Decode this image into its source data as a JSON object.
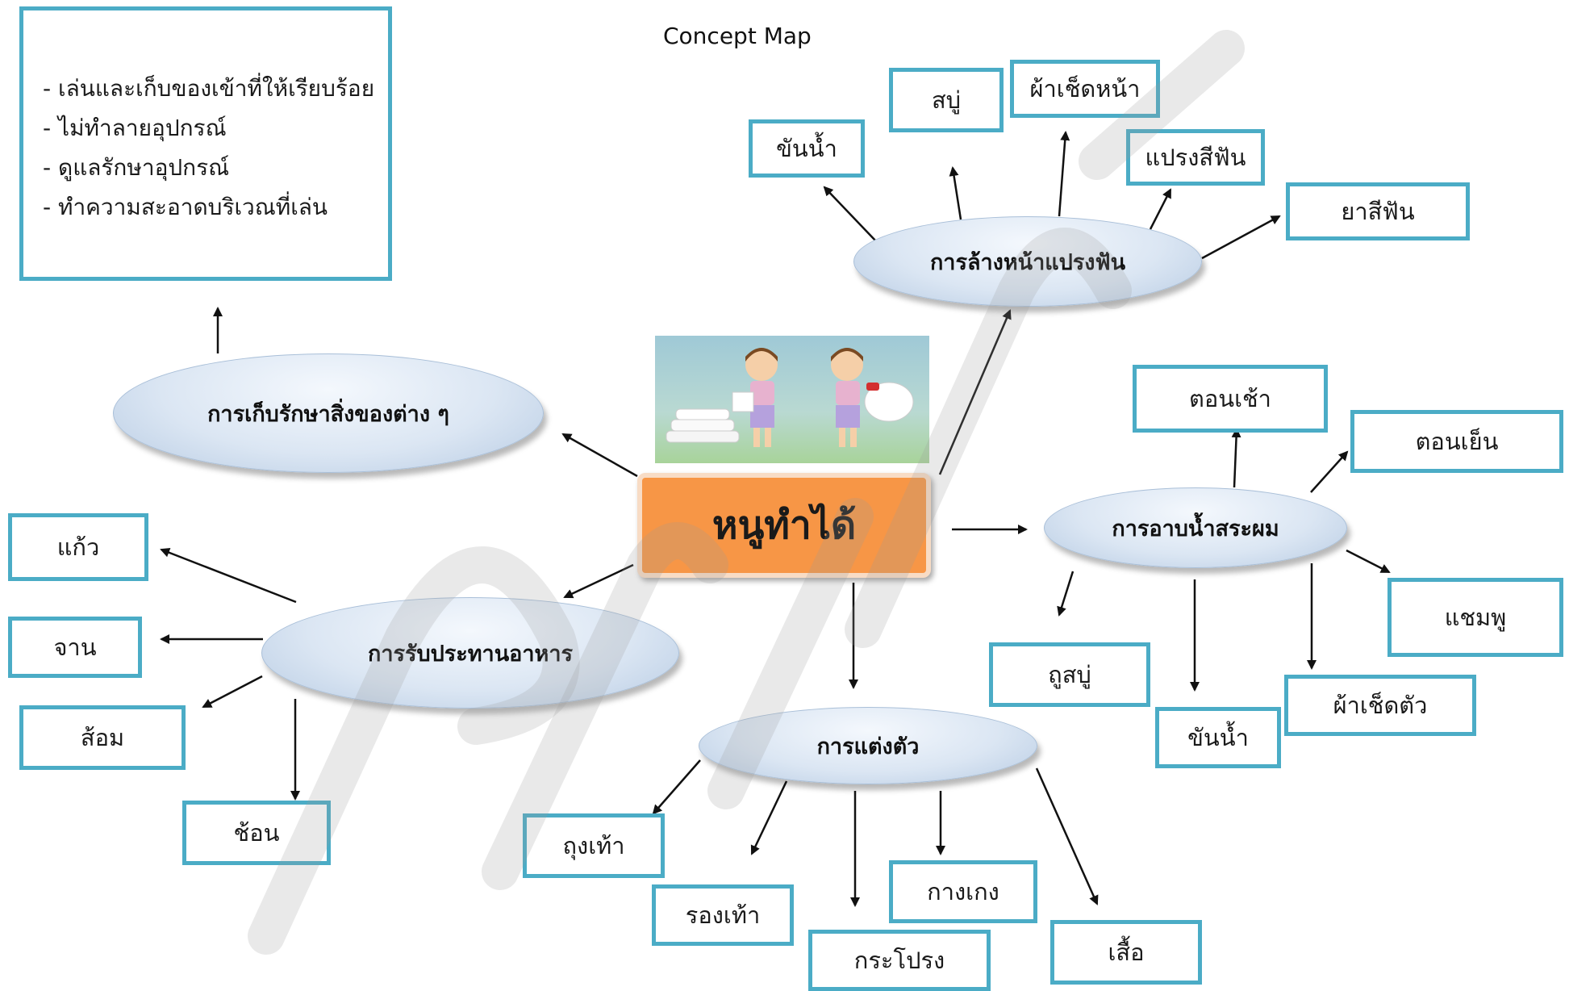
{
  "title": "Concept Map",
  "center": {
    "label": "หนูทำได้",
    "illustration": "children-folding-clothes-and-washing-image"
  },
  "notes": [
    "- เล่นและเก็บของเข้าที่ให้เรียบร้อย",
    " - ไม่ทำลายอุปกรณ์",
    " - ดูแลรักษาอุปกรณ์",
    " - ทำความสะอาดบริเวณที่เล่น"
  ],
  "topics": {
    "storage": "การเก็บรักษาสิ่งของต่าง ๆ",
    "washing": "การล้างหน้าแปรงฟัน",
    "bathing": "การอาบน้ำสระผม",
    "dressing": "การแต่งตัว",
    "eating": "การรับประทานอาหาร"
  },
  "washing_items": [
    "ขันน้ำ",
    "สบู่",
    "ผ้าเช็ดหน้า",
    "แปรงสีฟัน",
    "ยาสีฟัน"
  ],
  "bathing_items": [
    "ตอนเช้า",
    "ตอนเย็น",
    "แชมพู",
    "ผ้าเช็ดตัว",
    "ขันน้ำ",
    "ถูสบู่"
  ],
  "dressing_items": [
    "ถุงเท้า",
    "รองเท้า",
    "กระโปรง",
    "กางเกง",
    "เสื้อ"
  ],
  "eating_items": [
    "แก้ว",
    "จาน",
    "ส้อม",
    "ช้อน"
  ],
  "colors": {
    "box_border": "#4bacc6",
    "center_fill": "#f79646",
    "oval_fill": "#dbe6f3"
  }
}
